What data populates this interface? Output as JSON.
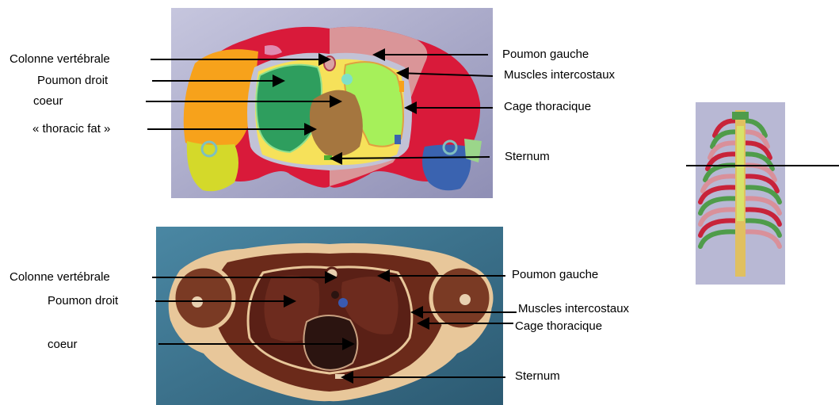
{
  "top_panel": {
    "labels": {
      "colonne": "Colonne vertébrale",
      "poumon_droit": "Poumon droit",
      "coeur": "coeur",
      "thoracic_fat": "« thoracic fat »",
      "poumon_gauche": "Poumon gauche",
      "muscles": "Muscles intercostaux",
      "cage": "Cage thoracique",
      "sternum": "Sternum"
    },
    "colors": {
      "background": "#a7a7c6",
      "muscle_red": "#d91a3a",
      "fat_orange": "#f7a21b",
      "lung_green": "#2e9e5e",
      "lung_lightgreen": "#a6f05a",
      "heart_brown": "#a5763f",
      "fat_yellow": "#f6e15a",
      "pink": "#d9a3a3",
      "blue": "#3a63b0",
      "yellowgreen": "#d4d92a"
    }
  },
  "bottom_panel": {
    "labels": {
      "colonne": "Colonne vertébrale",
      "poumon_droit": "Poumon droit",
      "coeur": "coeur",
      "poumon_gauche": "Poumon gauche",
      "muscles": "Muscles intercostaux",
      "cage": "Cage thoracique",
      "sternum": "Sternum"
    },
    "colors": {
      "background": "#3c6f8a",
      "skin": "#e8c79a",
      "tissue": "#6b2a1a",
      "dark": "#2b1410"
    }
  },
  "ribcage": {
    "colors": {
      "background": "#b8b8d4",
      "rib_red": "#c8233a",
      "rib_green": "#4f9c4a",
      "rib_pink": "#d9909a",
      "spine": "#e0c060"
    }
  }
}
